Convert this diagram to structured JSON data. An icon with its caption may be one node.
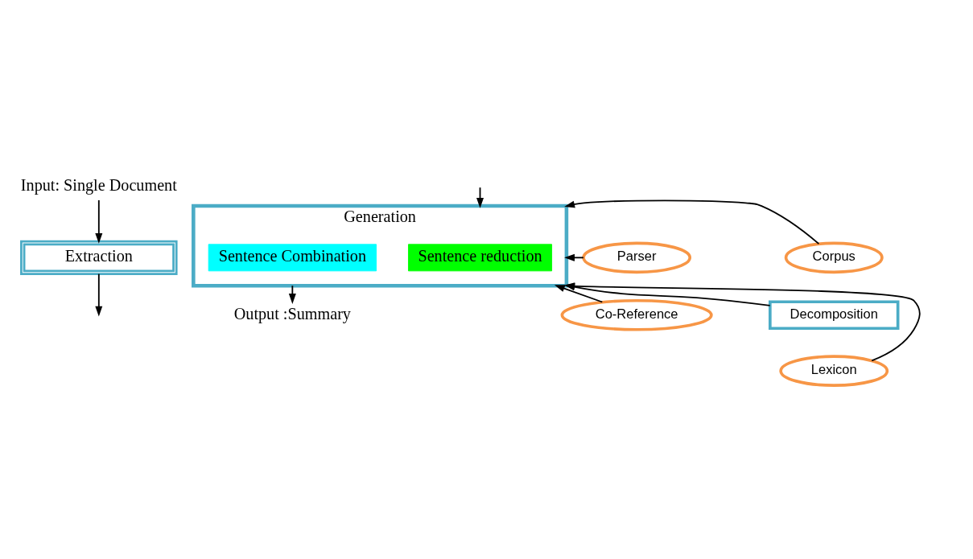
{
  "diagram": {
    "nodes": [
      {
        "text": [
          "Input: Single Document"
        ]
      },
      {
        "text": [
          "Extraction"
        ]
      },
      {
        "text": [
          "Generation"
        ]
      },
      {
        "text": [
          "Sentence reduction"
        ],
        "in": 2
      },
      {
        "text": [
          "Sentence Combination"
        ],
        "in": 2
      },
      {
        "text": [
          "Parser"
        ]
      },
      {
        "text": [
          "Co-Reference"
        ]
      },
      {
        "text": [
          "Corpus"
        ]
      },
      {
        "text": [
          "Decomposition"
        ]
      },
      {
        "text": [
          "Lexicon"
        ]
      },
      {
        "text": [
          "Output :Summary"
        ]
      }
    ],
    "edges": [
      {
        "from": 0,
        "to": 1,
        "arrow": "to"
      },
      {
        "from": 1,
        "to": null,
        "arrow": "to"
      },
      {
        "from": null,
        "to": 2,
        "arrow": "to"
      },
      {
        "from": 5,
        "to": 2,
        "arrow": "to"
      },
      {
        "from": 6,
        "to": 2,
        "arrow": "to"
      },
      {
        "from": 7,
        "to": 2,
        "arrow": "to"
      },
      {
        "from": 8,
        "to": 2,
        "arrow": "to"
      },
      {
        "from": 9,
        "to": 2,
        "arrow": "to"
      },
      {
        "from": 2,
        "to": 10,
        "arrow": "to"
      }
    ]
  }
}
